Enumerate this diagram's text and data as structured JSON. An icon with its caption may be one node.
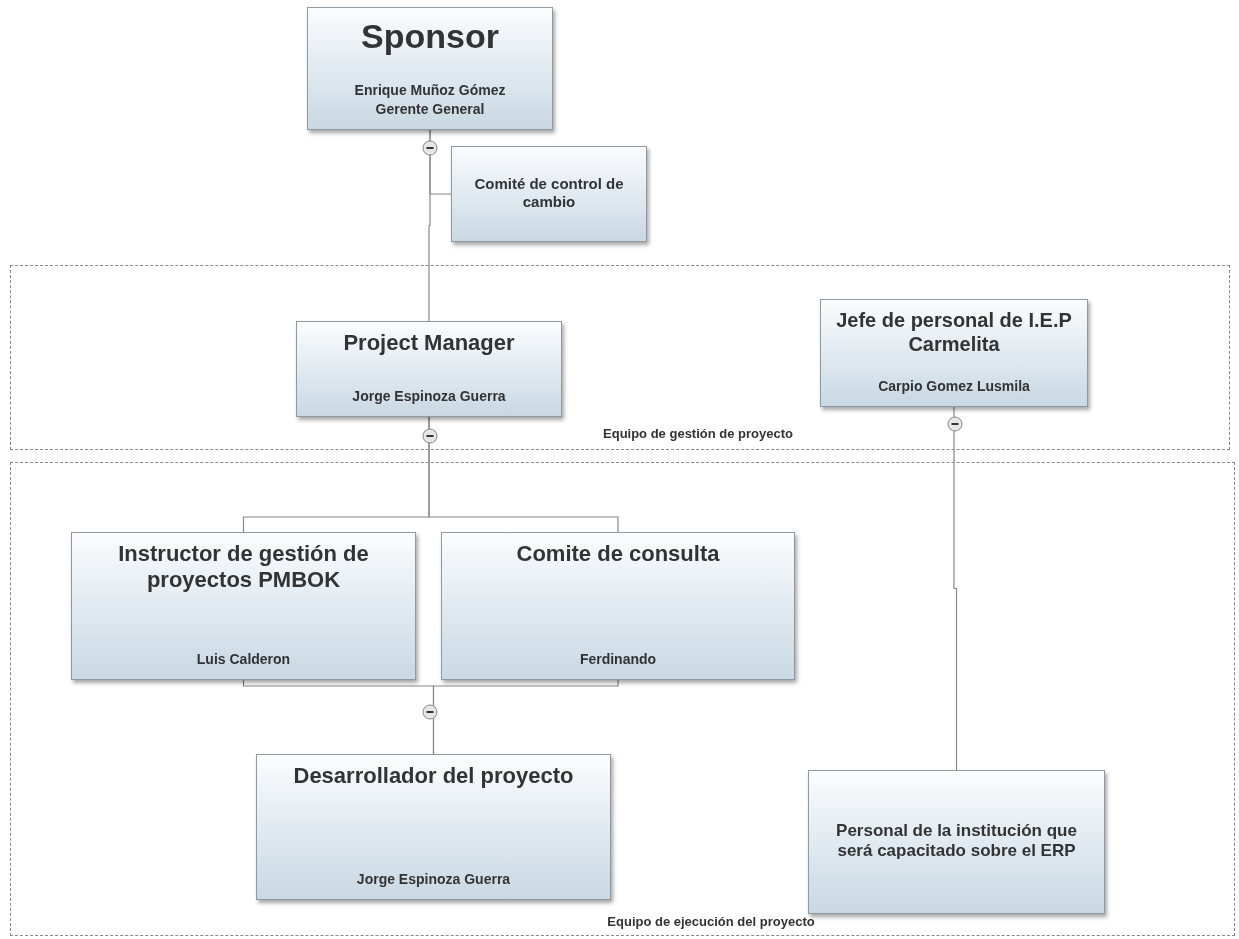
{
  "diagram": {
    "nodes": [
      {
        "text": [
          "Sponsor",
          "Enrique Muñoz Gómez",
          "Gerente General"
        ]
      },
      {
        "text": [
          "Comité de control de cambio"
        ]
      },
      {
        "text": [
          "Equipo de gestión de proyecto"
        ]
      },
      {
        "text": [
          "Project Manager",
          "Jorge Espinoza Guerra"
        ],
        "in": 2
      },
      {
        "text": [
          "Jefe de personal de I.E.P Carmelita",
          "Carpio Gomez Lusmila"
        ],
        "in": 2
      },
      {
        "text": [
          "Equipo de ejecución del proyecto"
        ]
      },
      {
        "text": [
          "Instructor de gestión de proyectos PMBOK",
          "Luis Calderon"
        ],
        "in": 5
      },
      {
        "text": [
          "Comite de consulta",
          "Ferdinando"
        ],
        "in": 5
      },
      {
        "text": [
          "Desarrollador del proyecto",
          "Jorge Espinoza Guerra"
        ],
        "in": 5
      },
      {
        "text": [
          "Personal de la institución que será capacitado sobre el ERP"
        ],
        "in": 5
      }
    ],
    "edges": [
      {
        "from": 0,
        "to": 1,
        "arrow": "none"
      },
      {
        "from": 0,
        "to": 3,
        "arrow": "none"
      },
      {
        "from": 3,
        "to": 6,
        "arrow": "none"
      },
      {
        "from": 3,
        "to": 7,
        "arrow": "none"
      },
      {
        "from": 6,
        "to": 8,
        "arrow": "none"
      },
      {
        "from": 7,
        "to": 8,
        "arrow": "none"
      },
      {
        "from": 4,
        "to": 9,
        "arrow": "none"
      }
    ]
  }
}
